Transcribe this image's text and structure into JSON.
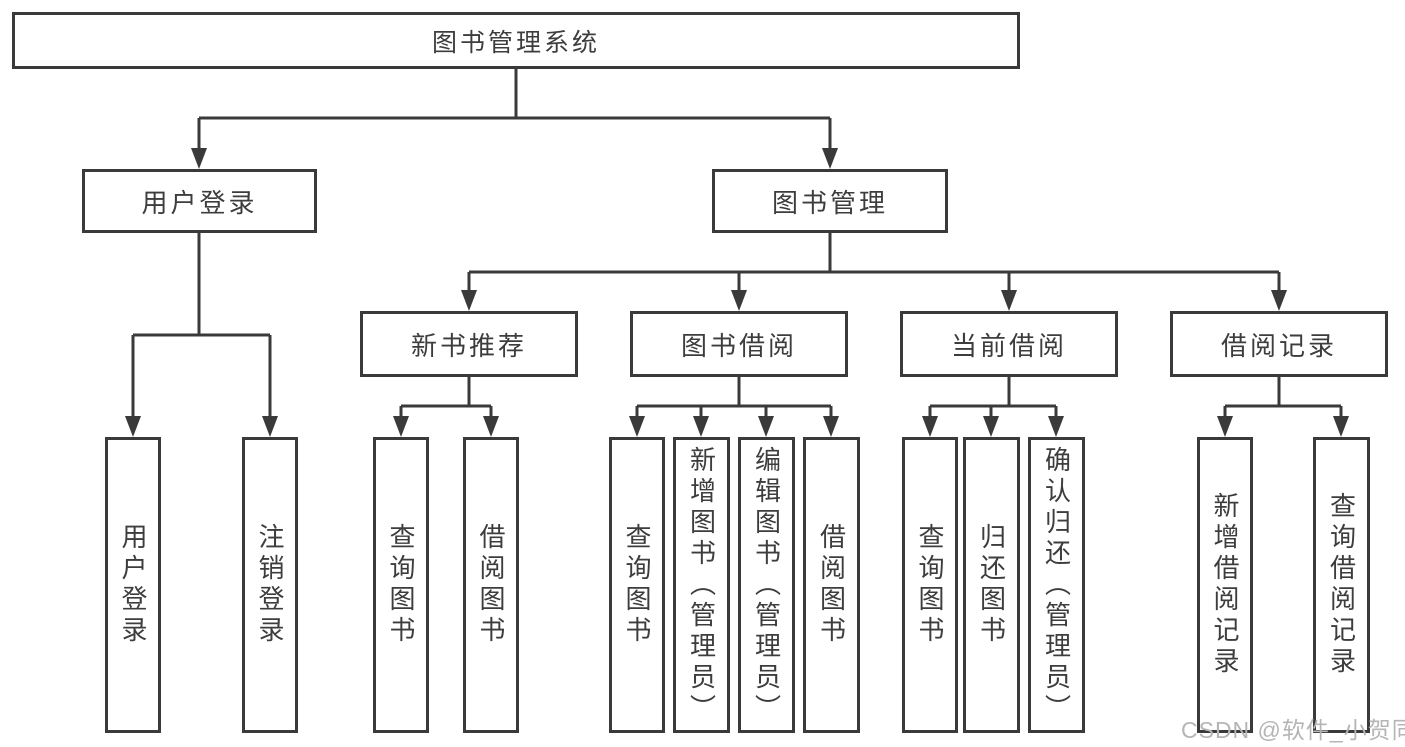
{
  "diagram_type": "hierarchy-tree",
  "colors": {
    "line": "#3a3a3a",
    "box_border": "#3a3a3a",
    "box_fill": "#ffffff",
    "text": "#3d3d3d",
    "background": "#ffffff",
    "watermark": "#b5b5b5"
  },
  "tree": {
    "label": "图书管理系统",
    "children": [
      {
        "label": "用户登录",
        "children": [
          {
            "label": "用户登录"
          },
          {
            "label": "注销登录"
          }
        ]
      },
      {
        "label": "图书管理",
        "children": [
          {
            "label": "新书推荐",
            "children": [
              {
                "label": "查询图书"
              },
              {
                "label": "借阅图书"
              }
            ]
          },
          {
            "label": "图书借阅",
            "children": [
              {
                "label": "查询图书"
              },
              {
                "label": "新增图书（管理员）"
              },
              {
                "label": "编辑图书（管理员）"
              },
              {
                "label": "借阅图书"
              }
            ]
          },
          {
            "label": "当前借阅",
            "children": [
              {
                "label": "查询图书"
              },
              {
                "label": "归还图书"
              },
              {
                "label": "确认归还（管理员）"
              }
            ]
          },
          {
            "label": "借阅记录",
            "children": [
              {
                "label": "新增借阅记录"
              },
              {
                "label": "查询借阅记录"
              }
            ]
          }
        ]
      }
    ]
  },
  "watermark": {
    "text": "CSDN @软件_小贺同学"
  }
}
